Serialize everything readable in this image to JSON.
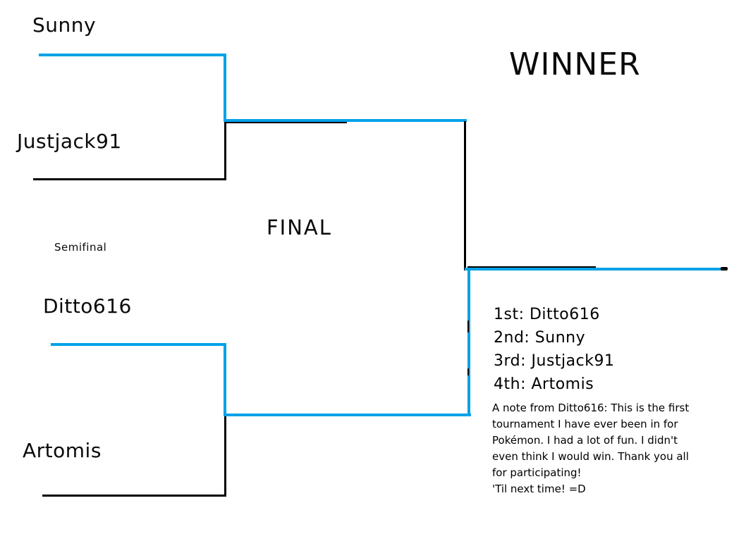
{
  "colors": {
    "bracket": "#000000",
    "winner_path": "#00A2E8",
    "background": "#FFFFFF"
  },
  "header": {
    "winner_title": "WINNER"
  },
  "bracket": {
    "final_label": "FINAL",
    "semifinal_label": "Semifinal",
    "players": {
      "slot1": "Sunny",
      "slot2": "Justjack91",
      "slot3": "Ditto616",
      "slot4": "Artomis"
    }
  },
  "results": {
    "lines": [
      "1st: Ditto616",
      "2nd: Sunny",
      "3rd: Justjack91",
      "4th: Artomis"
    ]
  },
  "note": {
    "lines": [
      "A note from Ditto616: This is the first",
      "tournament I have ever been in for",
      "Pokémon. I had a lot of fun. I didn't",
      "even think I would win. Thank you all",
      "for participating!",
      "'Til next time! =D"
    ]
  }
}
